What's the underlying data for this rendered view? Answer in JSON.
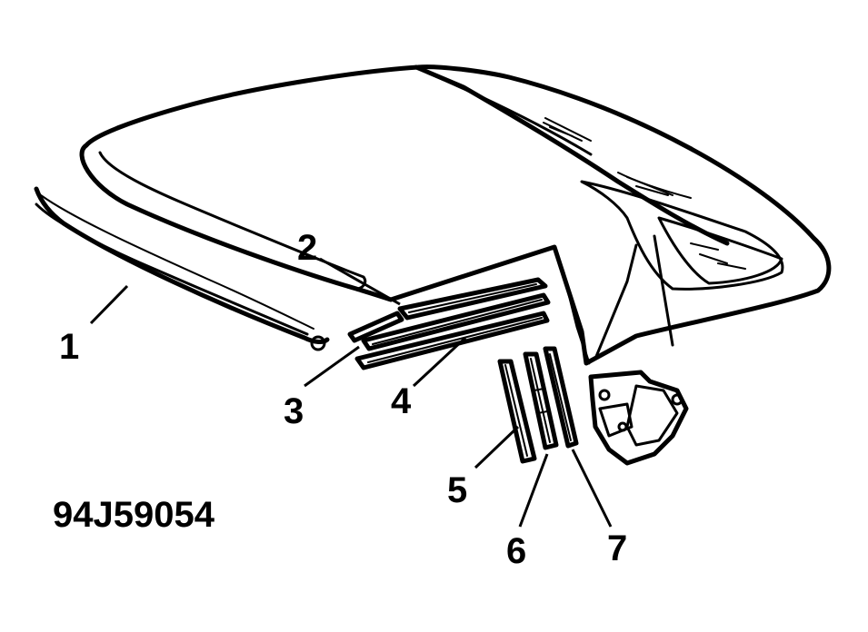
{
  "figure_id": "94J59054",
  "callouts": [
    {
      "label": "1"
    },
    {
      "label": "2"
    },
    {
      "label": "3"
    },
    {
      "label": "4"
    },
    {
      "label": "5"
    },
    {
      "label": "6"
    },
    {
      "label": "7"
    }
  ]
}
